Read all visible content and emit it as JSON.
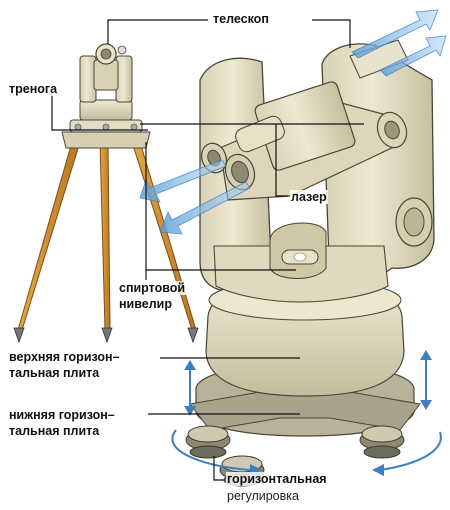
{
  "labels": {
    "telescope": "телескоп",
    "tripod": "тренога",
    "laser": "лазер",
    "level_line1": "спиртовой",
    "level_line2": "нивелир",
    "upper_plate_line1": "верхняя горизон–",
    "upper_plate_line2": "тальная плита",
    "lower_plate_line1": "нижняя горизон–",
    "lower_plate_line2": "тальная плита",
    "adjust_line1": "горизонтальная",
    "adjust_line2": "регулировка"
  },
  "colors": {
    "body": "#e6e0c8",
    "body_shadow": "#c9c2a4",
    "outline": "#4a4638",
    "beam": "#6aa8dc",
    "tripod_leg": "#d9963c",
    "base_dark": "#9a9684"
  },
  "icons": [
    "laser-beam-arrow",
    "rotation-arrow",
    "vertical-arrow"
  ]
}
